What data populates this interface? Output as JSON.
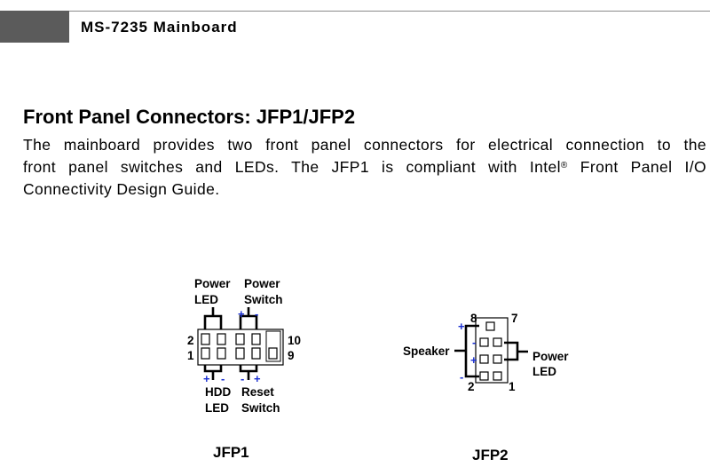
{
  "header": {
    "title": "MS-7235 Mainboard"
  },
  "section": {
    "title": "Front Panel Connectors: JFP1/JFP2",
    "line1": "The mainboard provides two front panel connectors for electrical connection to the",
    "line2_pre": "front panel switches and LEDs. The JFP1 is compliant with Intel",
    "line2_sup": "®",
    "line2_post": " Front Panel I/O",
    "line3": "Connectivity Design Guide."
  },
  "jfp1": {
    "caption": "JFP1",
    "power_led": [
      "Power",
      "LED"
    ],
    "power_switch": [
      "Power",
      "Switch"
    ],
    "hdd_led": [
      "HDD",
      "LED"
    ],
    "reset_switch": [
      "Reset",
      "Switch"
    ],
    "pin_left_top": "2",
    "pin_left_bottom": "1",
    "pin_right_top": "10",
    "pin_right_bottom": "9",
    "plus": "+",
    "minus": "-"
  },
  "jfp2": {
    "caption": "JFP2",
    "speaker": "Speaker",
    "power_led": [
      "Power",
      "LED"
    ],
    "pin_top_left": "8",
    "pin_top_right": "7",
    "pin_bottom_left": "2",
    "pin_bottom_right": "1",
    "plus": "+",
    "minus": "-"
  },
  "colors": {
    "polarity": "#1a2fd1",
    "header_block": "#5b5b5b"
  }
}
